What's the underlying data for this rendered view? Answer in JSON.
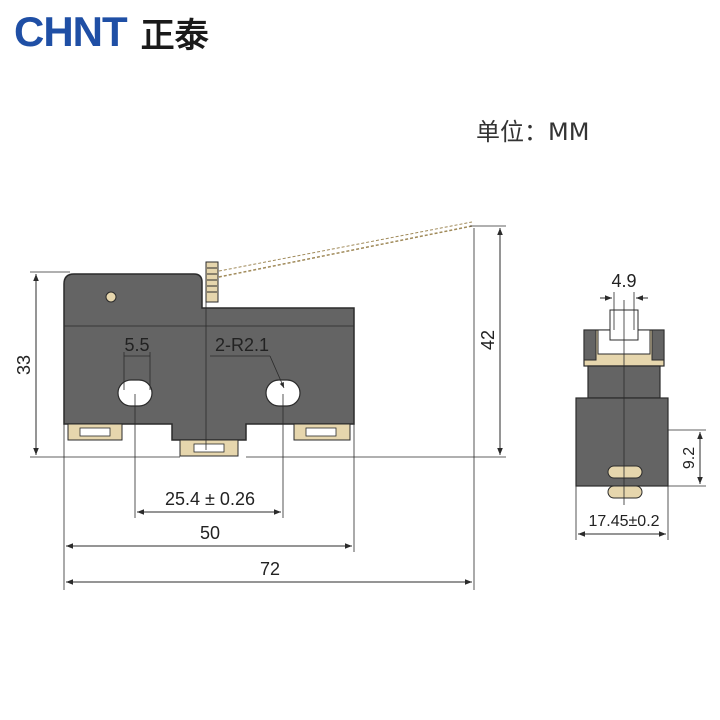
{
  "brand": {
    "latin": "CHNT",
    "cjk": "正泰",
    "latin_color": "#1f4fa5",
    "cjk_color": "#1a1a1a"
  },
  "unit_label": "单位：MM",
  "colors": {
    "body": "#646464",
    "outline": "#2b2b2b",
    "terminal": "#e6d6ad",
    "dimension": "#2b2b2b"
  },
  "front_view": {
    "height_body": "33",
    "height_total": "42",
    "hole_width": "5.5",
    "hole_radius": "2-R2.1",
    "hole_spacing": "25.4 ± 0.26",
    "width_body": "50",
    "width_total": "72"
  },
  "side_view": {
    "plunger_width": "4.9",
    "terminal_height": "9.2",
    "body_width": "17.45±0.2"
  }
}
